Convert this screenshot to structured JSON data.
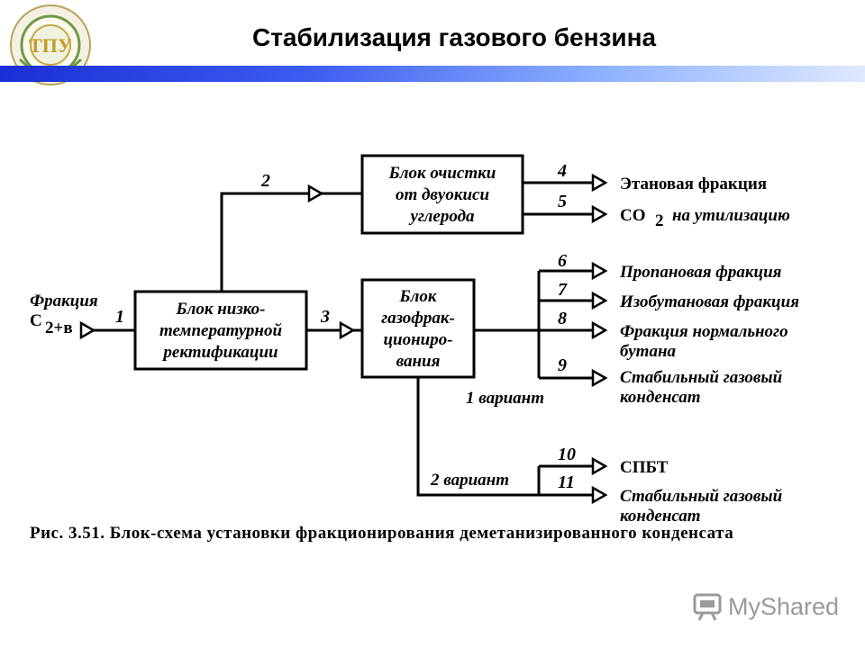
{
  "header": {
    "title": "Стабилизация газового бензина"
  },
  "diagram": {
    "blocks": {
      "co2_removal": [
        "Блок очистки",
        "от двуокиси",
        "углерода"
      ],
      "low_temp_rect": [
        "Блок низко-",
        "температурной",
        "ректификации"
      ],
      "gas_fractionation": [
        "Блок",
        "газофрак-",
        "циониро-",
        "вания"
      ]
    },
    "input": {
      "label_line1": "Фракция",
      "label_main": "С",
      "label_sub": "2+в"
    },
    "streams": {
      "s1": "1",
      "s2": "2",
      "s3": "3",
      "s4": "4",
      "s5": "5",
      "s6": "6",
      "s7": "7",
      "s8": "8",
      "s9": "9",
      "s10": "10",
      "s11": "11"
    },
    "outputs": {
      "ethane": "Этановая фракция",
      "co2_main": "СО",
      "co2_sub": "2",
      "co2_rest": "на утилизацию",
      "propane": "Пропановая фракция",
      "isobutane": "Изобутановая фракция",
      "nbutane_line1": "Фракция нормального",
      "nbutane_line2": "бутана",
      "condensate1_line1": "Стабильный газовый",
      "condensate1_line2": "конденсат",
      "spbt": "СПБТ",
      "condensate2_line1": "Стабильный газовый",
      "condensate2_line2": "конденсат"
    },
    "variants": {
      "v1": "1 вариант",
      "v2": "2 вариант"
    }
  },
  "caption": "Рис. 3.51. Блок-схема установки фракционирования деметанизированного конденсата",
  "footer": {
    "brand": "MyShared"
  },
  "colors": {
    "header_bar_start": "#1b2fd6",
    "header_bar_end": "#dfe9ff",
    "brand_gray": "#9a9a9a"
  },
  "icons": {
    "logo": "university-seal",
    "brand": "presentation-board-icon"
  }
}
